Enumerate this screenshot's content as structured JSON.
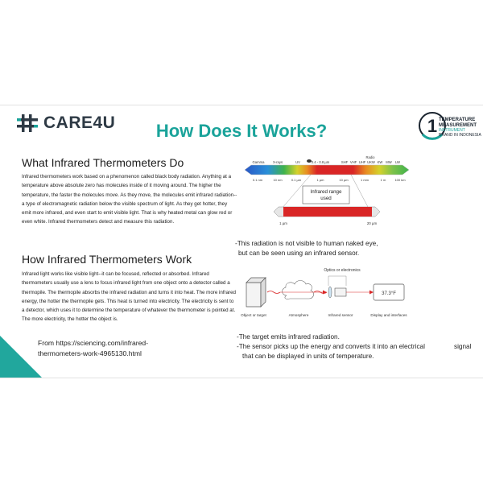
{
  "header": {
    "logo_text": "CARE4U",
    "title": "How Does It Works?",
    "badge": {
      "number": "1",
      "line1": "TEMPERATURE",
      "line2": "MEASUREMENT",
      "line3": "INSTRUMENT",
      "line4": "BRAND IN INDONESIA"
    }
  },
  "section1": {
    "heading": "What Infrared Thermometers Do",
    "paragraph": "Infrared thermometers work based on a phenomenon called black body radiation. Anything at a temperature above absolute zero has molecules inside of it moving around. The higher the temperature, the faster the molecules move. As they move, the molecules emit infrared radiation--a type of electromagnetic radiation below the visible spectrum of light. As they get hotter, they emit more infrared, and even start to emit visible light. That is why heated metal can glow red or even white. Infrared thermometers detect and measure this radiation."
  },
  "section2": {
    "heading": "How Infrared Thermometers Work",
    "paragraph": "Infrared light works like visible light--it can be focused, reflected or absorbed. Infrared thermometers usually use a lens to focus infrared light from one object onto a detector called a thermopile. The thermopile absorbs the infrared radiation and turns it into heat. The more infrared energy, the hotter the thermopile gets. This heat is turned into electricity. The electricity is sent to a detector, which uses it to determine the temperature of whatever the thermometer is pointed at. The more electricity, the hotter the object is."
  },
  "source": {
    "line1": "From https://sciencing.com/infrared-",
    "line2": "thermometers-work-4965130.html"
  },
  "spectrum": {
    "top_labels": [
      "Gamma",
      "X-rays",
      "UV",
      "0.4 - 0.8 µm",
      "SHF",
      "VHF",
      "UHF",
      "UKW",
      "KW",
      "MW",
      "LW"
    ],
    "radio_label": "Radio",
    "bottom_labels": [
      "0.1 nm",
      "10 nm",
      "0.1 µm",
      "1 µm",
      "10 µm",
      "1 mm",
      "1 m",
      "100 km"
    ],
    "ir_title_line1": "Infrared range",
    "ir_title_line2": "used",
    "ir_left": "1 µm",
    "ir_right": "20 µm",
    "colors": {
      "ir_band": "#d92626",
      "band_edge": "#e6e6e6"
    }
  },
  "note1": {
    "line1": "-This radiation is not visible to human naked eye,",
    "line2": "but can be seen using an infrared sensor."
  },
  "diagram": {
    "optics_label": "Optics or electronics",
    "reading": "37.3°F",
    "labels": [
      "Object or target",
      "Atmosphere",
      "Infrared sensor",
      "Display and interfaces"
    ]
  },
  "note2": {
    "line1": "-The target emits infrared radiation.",
    "line2": "-The sensor picks up the energy and converts it into an electrical",
    "line2_tail": "signal",
    "line3": "that can be displayed in units of temperature."
  },
  "colors": {
    "accent": "#1aa39a",
    "triangle": "#21a79d",
    "logo_dark": "#2e3a45"
  }
}
